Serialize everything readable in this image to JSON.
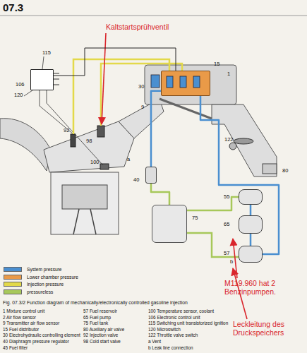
{
  "diagram": {
    "title": "07.3",
    "caption": "Fig. 07.3/2 Function diagram of mechanically/electronically controlled gasoline injection",
    "nodes": [
      {
        "text": [
          "106"
        ]
      },
      {
        "text": [
          "15"
        ]
      },
      {
        "text": [
          "55"
        ]
      },
      {
        "text": [
          "65"
        ]
      },
      {
        "text": [
          "57"
        ]
      },
      {
        "text": [
          "75"
        ]
      },
      {
        "text": [
          "40"
        ]
      }
    ],
    "edges": [
      {
        "from": 5,
        "to": 2,
        "arrow": "none"
      },
      {
        "from": 2,
        "to": 3,
        "arrow": "none"
      },
      {
        "from": 3,
        "to": 4,
        "arrow": "none"
      },
      {
        "from": 4,
        "to": 1,
        "arrow": "none"
      },
      {
        "from": 1,
        "to": 6,
        "arrow": "none"
      },
      {
        "from": 6,
        "to": 5,
        "arrow": "none"
      },
      {
        "from": 0,
        "to": 1,
        "arrow": "none"
      }
    ],
    "labels": [
      "Kaltstartsprühventil",
      "115",
      "120",
      "92",
      "98",
      "30",
      "1",
      "9",
      "a",
      "100",
      "122",
      "80",
      "b",
      "M119.960 hat 2 Benzinpumpen.",
      "Leckleitung des Druckspeichers",
      "1 Mixture control unit",
      "2 Air flow sensor",
      "9 Transmitter air flow sensor",
      "15 Fuel distributor",
      "30 Electrohydraulic controlling element",
      "40 Diaphragm pressure regulator",
      "45 Fuel filter",
      "57 Fuel reservoir",
      "65 Fuel pump",
      "75 Fuel tank",
      "80 Auxiliary air valve",
      "92 Injection valve",
      "98 Cold start valve",
      "100 Temperature sensor, coolant",
      "106 Electronic control unit",
      "115 Switching unit transistorized ignition",
      "120 Microswitch",
      "122 Throttle valve switch",
      "a Vent",
      "b Leak line connection"
    ],
    "legend": [
      {
        "text": "System pressure",
        "color": "#4a8fd0"
      },
      {
        "text": "Lower chamber pressure",
        "color": "#e99a48"
      },
      {
        "text": "Injection pressure",
        "color": "#e3d94a"
      },
      {
        "text": "pressureless",
        "color": "#a7c85a"
      }
    ]
  }
}
